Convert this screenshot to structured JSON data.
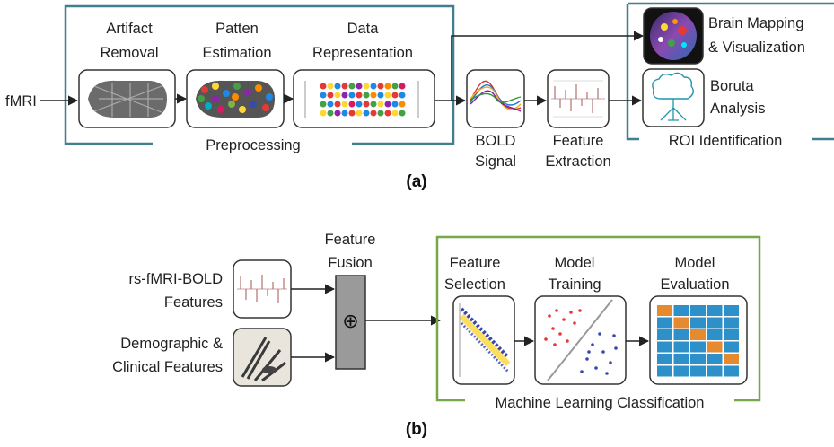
{
  "panel_a": {
    "caption": "(a)",
    "input_label": "fMRI",
    "preprocessing": {
      "group_label": "Preprocessing",
      "steps": [
        {
          "line1": "Artifact",
          "line2": "Removal"
        },
        {
          "line1": "Patten",
          "line2": "Estimation"
        },
        {
          "line1": "Data",
          "line2": "Representation"
        }
      ]
    },
    "bold_signal": {
      "line1": "BOLD",
      "line2": "Signal"
    },
    "feature_extraction": {
      "line1": "Feature",
      "line2": "Extraction"
    },
    "roi": {
      "group_label": "ROI Identification",
      "brain_mapping": {
        "line1": "Brain Mapping",
        "line2": "& Visualization"
      },
      "boruta": {
        "line1": "Boruta",
        "line2": "Analysis"
      }
    }
  },
  "panel_b": {
    "caption": "(b)",
    "inputs": [
      {
        "line1": "rs-fMRI-BOLD",
        "line2": "Features"
      },
      {
        "line1": "Demographic &",
        "line2": "Clinical Features"
      }
    ],
    "fusion": {
      "line1": "Feature",
      "line2": "Fusion",
      "symbol": "⊕"
    },
    "ml": {
      "group_label": "Machine Learning Classification",
      "steps": [
        {
          "line1": "Feature",
          "line2": "Selection"
        },
        {
          "line1": "Model",
          "line2": "Training"
        },
        {
          "line1": "Model",
          "line2": "Evaluation"
        }
      ]
    }
  },
  "colors": {
    "preprocessing_border": "#3f7f8f",
    "ml_border": "#74a84a",
    "eval_cell": "#2d90c8",
    "eval_highlight": "#e58a2f",
    "fusion_block": "#9a9a9a"
  }
}
